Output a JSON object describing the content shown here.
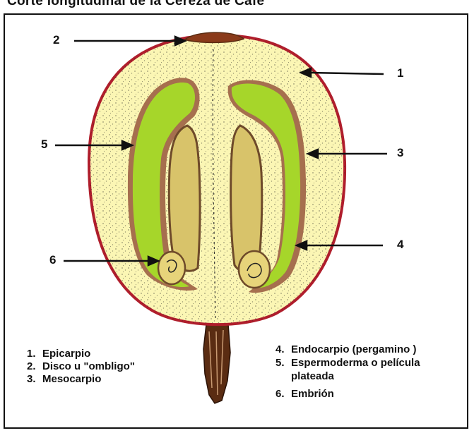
{
  "top_caption": "Corte longitudinal de la Cereza de Café",
  "callouts": [
    "1",
    "2",
    "3",
    "4",
    "5",
    "6"
  ],
  "legend_left": [
    {
      "num": "1.",
      "text": "Epicarpio"
    },
    {
      "num": "2.",
      "text": "Disco u \"ombligo\""
    },
    {
      "num": "3.",
      "text": "Mesocarpio"
    }
  ],
  "legend_right": [
    {
      "num": "4.",
      "text": "Endocarpio (pergamino )"
    },
    {
      "num": "5.",
      "text": "Espermoderma o película"
    },
    {
      "num": "",
      "text": "plateada"
    },
    {
      "num": "6.",
      "text": "Embrión"
    }
  ],
  "colors": {
    "epicarp": "#b01e2c",
    "mesocarp": "#fbf6b4",
    "endosperm_green": "#a6d62a",
    "bean": "#d8c36a",
    "parchment": "#a66f4e",
    "stem": "#5a2c12",
    "disc": "#8a3a1a"
  }
}
